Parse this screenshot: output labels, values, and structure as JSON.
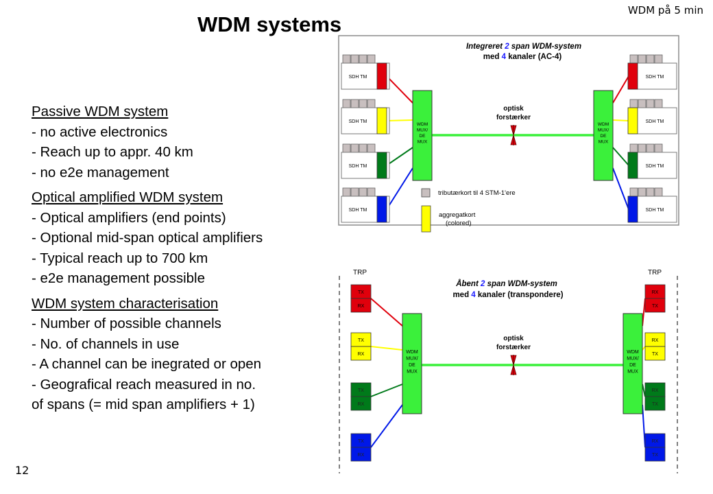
{
  "header_tag": "WDM på 5 min",
  "title": "WDM systems",
  "page_number": "12",
  "sections": [
    {
      "heading": "Passive WDM system",
      "items": [
        "- no active electronics",
        "- Reach up to appr. 40 km",
        "- no e2e management"
      ]
    },
    {
      "heading": "Optical amplified WDM system",
      "items": [
        "- Optical amplifiers (end points)",
        "- Optional mid-span optical amplifiers",
        "- Typical reach up to 700 km",
        "- e2e management possible"
      ]
    },
    {
      "heading": "WDM system characterisation",
      "items": [
        "- Number of possible channels",
        "- No. of channels in use",
        "- A channel can be inegrated or open",
        "- Geografical reach measured in no.",
        "of spans (= mid span amplifiers + 1)"
      ]
    }
  ],
  "diagram_top": {
    "title_line1_a": "Integreret ",
    "title_line1_b": "2",
    "title_line1_c": " span WDM-system",
    "title_line2_a": "med ",
    "title_line2_b": "4",
    "title_line2_c": " kanaler  (AC-4)",
    "sdh_label": "SDH TM",
    "mux_lines": [
      "WDM",
      "MUX/",
      "DE",
      "MUX"
    ],
    "amp_lines": [
      "optisk",
      "forstærker"
    ],
    "legend_tributary": "tributærkort til 4 STM-1'ere",
    "legend_aggregate_1": "aggregatkort",
    "legend_aggregate_2": "(colored)"
  },
  "diagram_bottom": {
    "title_line1_a": "Åbent ",
    "title_line1_b": "2",
    "title_line1_c": " span WDM-system",
    "title_line2_a": "med ",
    "title_line2_b": "4",
    "title_line2_c": " kanaler (transpondere)",
    "trp_label": "TRP",
    "tx": "TX",
    "rx": "RX",
    "mux_lines": [
      "WDM",
      "MUX/",
      "DE",
      "MUX"
    ],
    "amp_lines": [
      "optisk",
      "forstærker"
    ]
  },
  "colors": {
    "red": "#e0000c",
    "yellow": "#ffff00",
    "green": "#007a1a",
    "blue": "#0018e8",
    "mux": "#3bf03b",
    "fiber": "#3bf03b",
    "accent_blue": "#1a1aff",
    "tributary": "#c8bfbf"
  }
}
